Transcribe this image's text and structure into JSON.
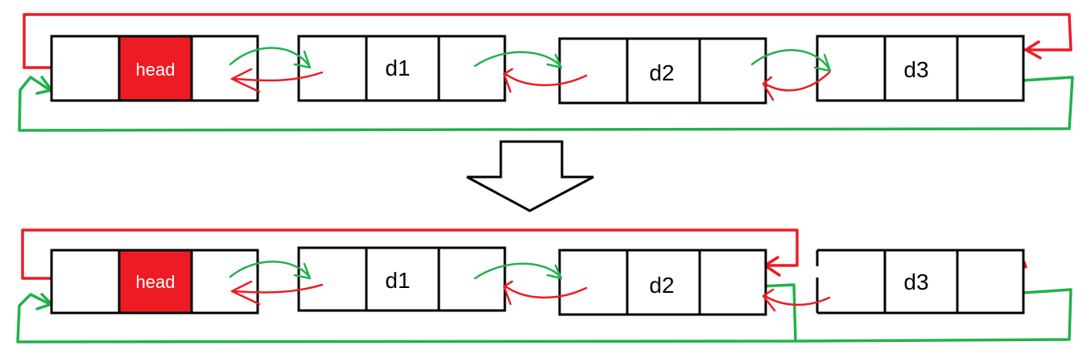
{
  "colors": {
    "next_link": "#22b14c",
    "prev_link": "#ed1c24",
    "head_fill": "#ed1c24",
    "box_stroke": "#000000"
  },
  "before": {
    "nodes": [
      {
        "label": "head",
        "is_head": true
      },
      {
        "label": "d1",
        "is_head": false
      },
      {
        "label": "d2",
        "is_head": false
      },
      {
        "label": "d3",
        "is_head": false
      }
    ]
  },
  "transition": {
    "icon": "down-arrow-icon"
  },
  "after": {
    "nodes": [
      {
        "label": "head",
        "is_head": true
      },
      {
        "label": "d1",
        "is_head": false
      },
      {
        "label": "d2",
        "is_head": false
      },
      {
        "label": "d3",
        "is_head": false
      }
    ]
  }
}
